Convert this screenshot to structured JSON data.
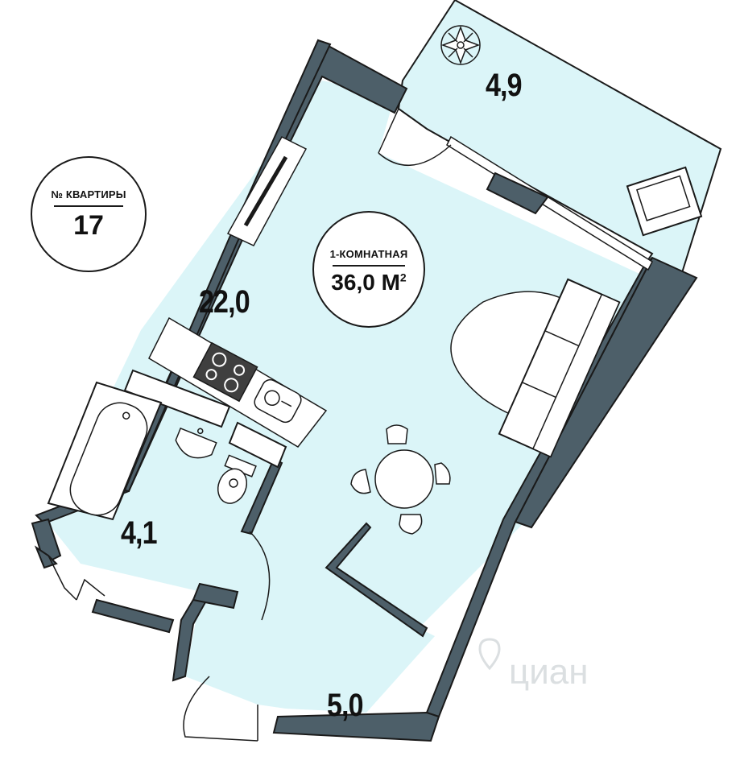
{
  "colors": {
    "wall": "#4d5f69",
    "floor": "#dbf5f8",
    "outline": "#1a1a1a",
    "furniture": "#ffffff"
  },
  "apartment_badge": {
    "label": "№ КВАРТИРЫ",
    "number": "17"
  },
  "type_badge": {
    "label": "1-КОМНАТНАЯ",
    "area": "36,0 М",
    "area_sup": "2"
  },
  "rooms": [
    {
      "area": "4,9"
    },
    {
      "area": "22,0"
    },
    {
      "area": "4,1"
    },
    {
      "area": "5,0"
    }
  ],
  "watermark": {
    "text": "циан",
    "icon": "cian-pin-icon"
  }
}
